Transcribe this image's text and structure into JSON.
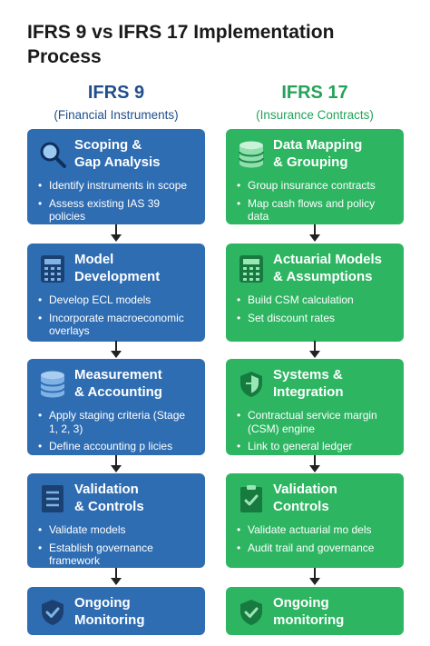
{
  "title": "IFRS 9 vs IFRS 17 Implementation Process",
  "left": {
    "heading": "IFRS 9",
    "subheading": "(Financial Instruments)",
    "steps": [
      {
        "icon": "magnifier-icon",
        "title_lines": [
          "Scoping &",
          "Gap Analysis"
        ],
        "bullets": [
          "Identify instruments in scope",
          "Assess existing IAS 39 policies"
        ]
      },
      {
        "icon": "calculator-icon",
        "title_lines": [
          "Model",
          "Development"
        ],
        "bullets": [
          "Develop ECL models",
          "Incorporate macroeconomic overlays"
        ]
      },
      {
        "icon": "database-icon",
        "title_lines": [
          "Measurement",
          "& Accounting"
        ],
        "bullets": [
          "Apply staging criteria (Stage 1, 2, 3)",
          "Define accounting p licies"
        ]
      },
      {
        "icon": "checklist-icon",
        "title_lines": [
          "Validation",
          "& Controls"
        ],
        "bullets": [
          "Validate models",
          "Establish governance framework"
        ]
      },
      {
        "icon": "shield-check-icon",
        "title_lines": [
          "Ongoing",
          "Monitoring"
        ],
        "bullets": []
      }
    ]
  },
  "right": {
    "heading": "IFRS 17",
    "subheading": "(Insurance Contracts)",
    "steps": [
      {
        "icon": "database-icon",
        "title_lines": [
          "Data Mapping",
          "& Grouping"
        ],
        "bullets": [
          "Group insurance contracts",
          "Map cash flows and policy data"
        ]
      },
      {
        "icon": "calculator-icon",
        "title_lines": [
          "Actuarial Models",
          "& Assumptions"
        ],
        "bullets": [
          "Build CSM calculation",
          "Set discount rates"
        ]
      },
      {
        "icon": "shield-icon",
        "title_lines": [
          "Systems &",
          "Integration"
        ],
        "bullets": [
          "Contractual service margin (CSM) engine",
          "Link to general ledger"
        ]
      },
      {
        "icon": "clipboard-check-icon",
        "title_lines": [
          "Validation",
          "Controls"
        ],
        "bullets": [
          "Validate actuarial mo dels",
          "Audit trail and governance"
        ]
      },
      {
        "icon": "shield-check-icon",
        "title_lines": [
          "Ongoing",
          "monitoring"
        ],
        "bullets": []
      }
    ]
  },
  "colors": {
    "blue": "#2f6db3",
    "green": "#2db562",
    "heading_blue": "#1f4e8a",
    "heading_green": "#23a35a"
  }
}
